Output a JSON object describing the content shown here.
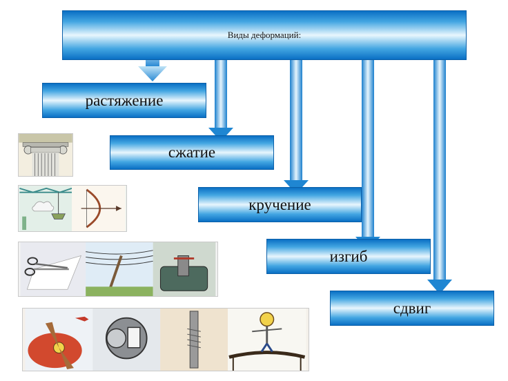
{
  "diagram": {
    "title": "Виды деформаций:",
    "types": [
      {
        "label": "растяжение"
      },
      {
        "label": "сжатие"
      },
      {
        "label": "кручение"
      },
      {
        "label": "изгиб"
      },
      {
        "label": "сдвиг"
      }
    ]
  },
  "colors": {
    "box_dark": "#0a6fc4",
    "box_light": "#e8f6fd",
    "arrow": "#1f86d2"
  },
  "illustrations": [
    "column-capital",
    "crane-and-bow",
    "scissors-pole-vise",
    "propeller-key-screw-tightrope"
  ]
}
